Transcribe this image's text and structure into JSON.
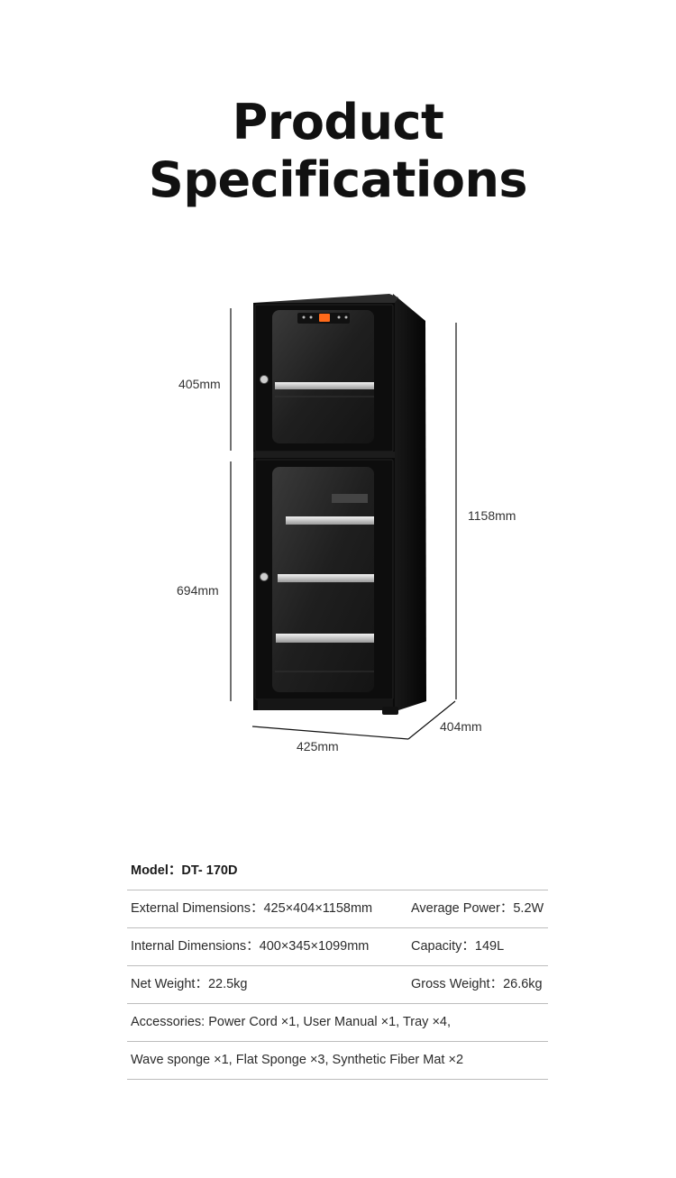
{
  "title": {
    "line1": "Product",
    "line2": "Specifications"
  },
  "dimensions": {
    "upper_door": "405mm",
    "lower_door": "694mm",
    "height": "1158mm",
    "depth": "404mm",
    "width": "425mm"
  },
  "colors": {
    "cabinet": "#0b0b0b",
    "glass": "#2a2a2a",
    "shelf": "#d9d9d9",
    "display": "#ff6a1a",
    "divider": "#bdbdbd"
  },
  "specs": {
    "model": "Model：DT- 170D",
    "external": "External Dimensions：425×404×1158mm",
    "power": "Average Power：5.2W",
    "internal": "Internal Dimensions：400×345×1099mm",
    "capacity": "Capacity：149L",
    "net_weight": "Net Weight：22.5kg",
    "gross_weight": "Gross Weight：26.6kg",
    "accessories_1": "Accessories: Power Cord ×1, User Manual ×1,  Tray ×4,",
    "accessories_2": "Wave sponge ×1, Flat Sponge ×3, Synthetic Fiber Mat ×2"
  }
}
